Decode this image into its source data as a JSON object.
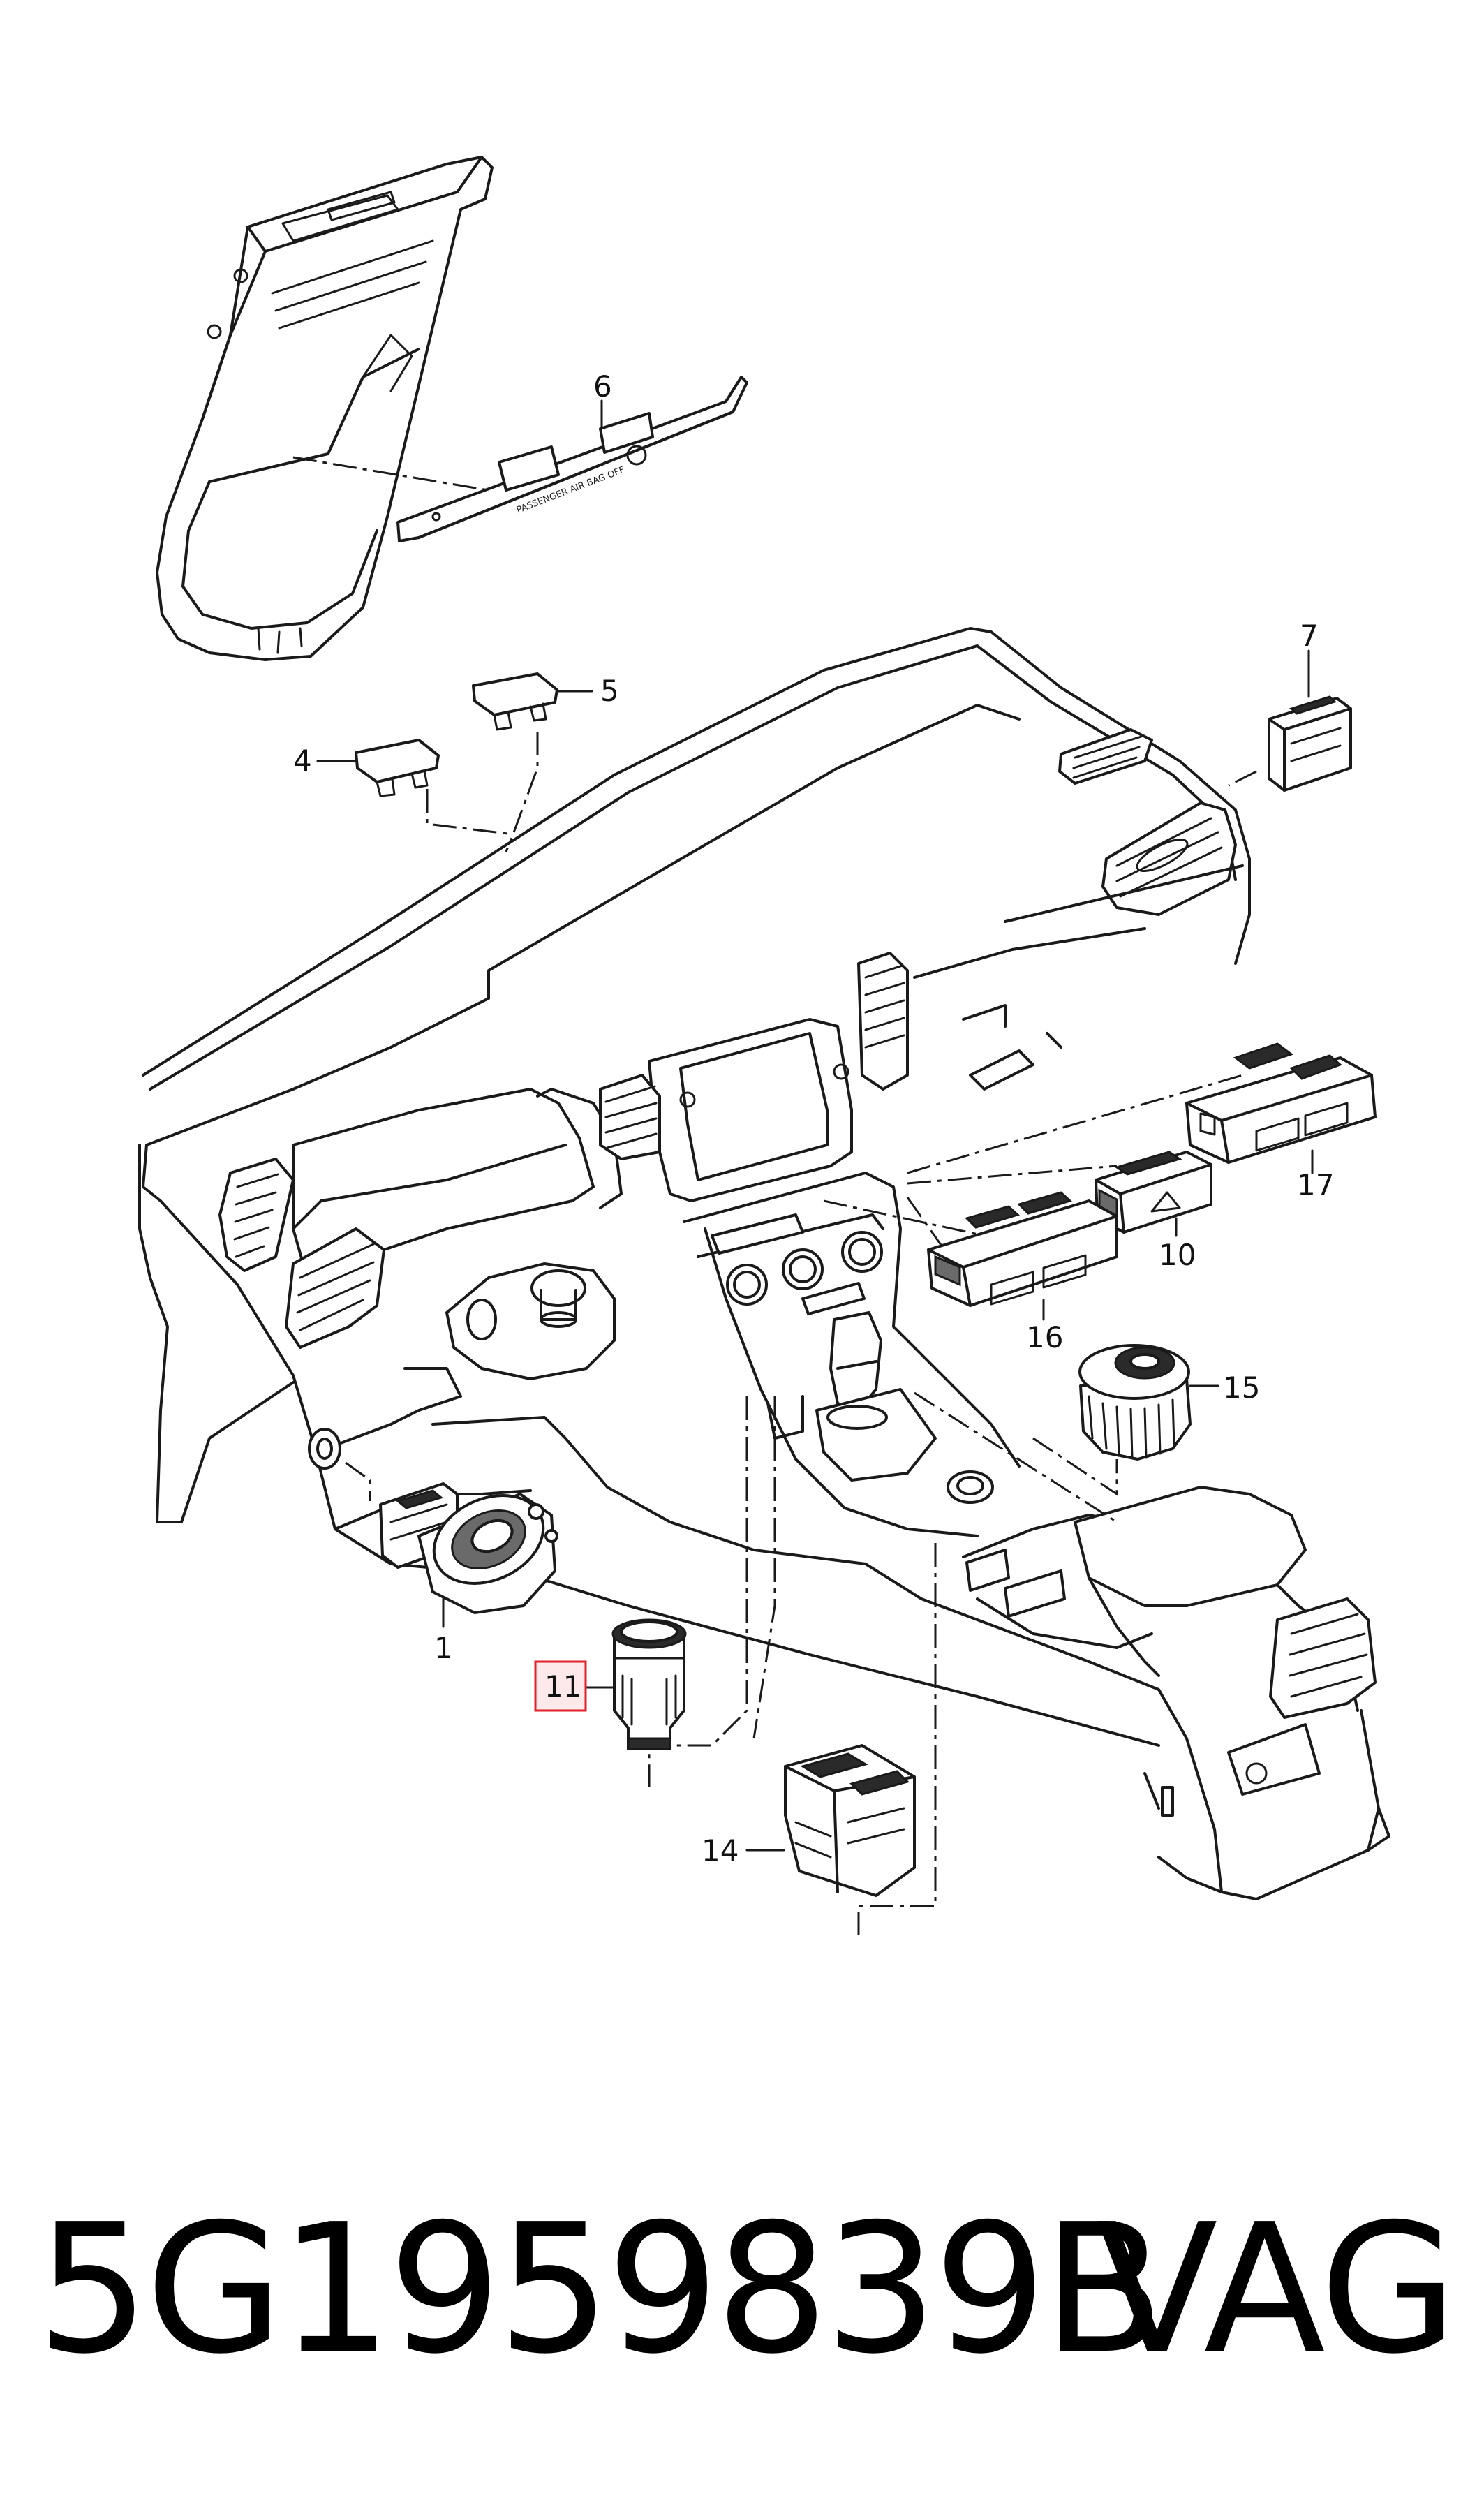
{
  "diagram": {
    "callouts": [
      {
        "id": "c1",
        "label": "1"
      },
      {
        "id": "c4",
        "label": "4"
      },
      {
        "id": "c5",
        "label": "5"
      },
      {
        "id": "c6",
        "label": "6"
      },
      {
        "id": "c7",
        "label": "7"
      },
      {
        "id": "c10",
        "label": "10"
      },
      {
        "id": "c11",
        "label": "11",
        "highlighted": true
      },
      {
        "id": "c14",
        "label": "14"
      },
      {
        "id": "c15",
        "label": "15"
      },
      {
        "id": "c16",
        "label": "16"
      },
      {
        "id": "c17",
        "label": "17"
      }
    ],
    "highlight_color": "#e0202a",
    "highlight_fill": "#fde8ea",
    "airbag_panel_text": "PASSENGER AIR BAG OFF"
  },
  "footer": {
    "part_number": "5G1959839B",
    "brand": "VAG"
  }
}
